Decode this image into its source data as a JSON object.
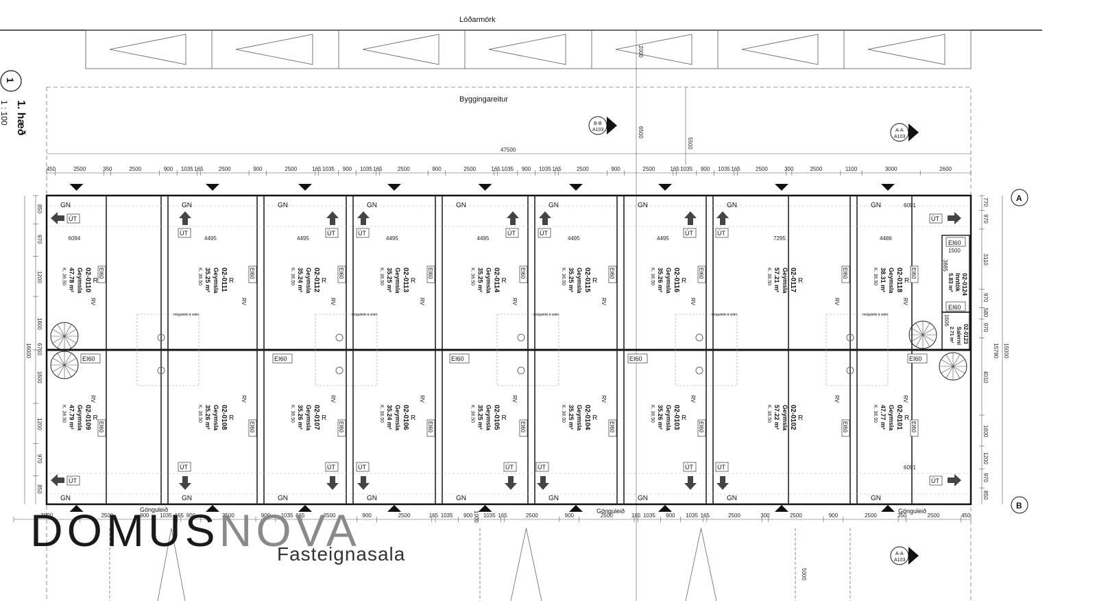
{
  "plot_boundary_label": "Lóðarmörk",
  "building_area_label": "Byggingareitur",
  "floor_label": "1. hæð",
  "scale_label": "1 : 100",
  "view_number": "1",
  "overall_dim": "47500",
  "top_dims": [
    "450",
    "2500",
    "350",
    "2500",
    "900",
    "1035",
    "165",
    "2500",
    "900",
    "2500",
    "165",
    "1035",
    "900",
    "1035",
    "165",
    "2500",
    "900",
    "2500",
    "165",
    "1035",
    "900",
    "1035",
    "165",
    "2500",
    "900",
    "2500",
    "165",
    "1035",
    "900",
    "1035",
    "165",
    "2500",
    "300",
    "2500",
    "1100",
    "3000",
    "2600"
  ],
  "bottom_dims": [
    "3000",
    "2500",
    "900",
    "1035",
    "165",
    "900",
    "2500",
    "900",
    "1035",
    "165",
    "2500",
    "900",
    "2500",
    "165",
    "1035",
    "900",
    "1035",
    "165",
    "2500",
    "900",
    "2500",
    "165",
    "1035",
    "900",
    "1035",
    "165",
    "2500",
    "300",
    "2500",
    "900",
    "2500",
    "350",
    "2500",
    "450"
  ],
  "right_dims": [
    "770",
    "970",
    "3110",
    "970",
    "580",
    "970",
    "15790",
    "4010",
    "1600",
    "1200",
    "970",
    "850"
  ],
  "right_total": "15000",
  "left_dims": [
    "850",
    "970",
    "1200",
    "1600",
    "6760",
    "16000",
    "1600",
    "1200",
    "970",
    "850"
  ],
  "grid_labels": [
    "A",
    "B"
  ],
  "section_marks": [
    {
      "id": "B-B",
      "sheet": "A103"
    },
    {
      "id": "A-A",
      "sheet": "A103"
    }
  ],
  "setback_dims": [
    "2000",
    "6500",
    "5500",
    "5000",
    "1000"
  ],
  "walkway_label": "Gönguleið",
  "exit_label": "ÚT",
  "fire_label": "EI60",
  "gn_label": "GN",
  "r_label": "R",
  "rv_label": "RV",
  "room_type": "Geymsla",
  "level_text": "K. 36.50",
  "option_text": "möguleiki á vsk/r",
  "rooms_top": [
    {
      "code": "02-0110",
      "area": "47.78 m²",
      "len": "6094"
    },
    {
      "code": "02-0111",
      "area": "35.25 m²",
      "len": "4495"
    },
    {
      "code": "02-0112",
      "area": "35.24 m²",
      "len": "4495"
    },
    {
      "code": "02-0113",
      "area": "35.25 m²",
      "len": "4495"
    },
    {
      "code": "02-0114",
      "area": "35.25 m²",
      "len": "4495"
    },
    {
      "code": "02-0115",
      "area": "35.25 m²",
      "len": "4495"
    },
    {
      "code": "02-0116",
      "area": "35.26 m²",
      "len": "4495"
    },
    {
      "code": "02-0117",
      "area": "57.21 m²",
      "len": "7295"
    },
    {
      "code": "02-0118",
      "area": "38.31 m²",
      "len": "4486"
    }
  ],
  "rooms_bottom": [
    {
      "code": "02-0109",
      "area": "47.79 m²"
    },
    {
      "code": "02-0108",
      "area": "35.26 m²"
    },
    {
      "code": "02-0107",
      "area": "35.26 m²"
    },
    {
      "code": "02-0106",
      "area": "35.24 m²"
    },
    {
      "code": "02-0105",
      "area": "35.25 m²"
    },
    {
      "code": "02-0104",
      "area": "35.25 m²"
    },
    {
      "code": "02-0103",
      "area": "35.26 m²"
    },
    {
      "code": "02-0102",
      "area": "57.22 m²"
    },
    {
      "code": "02-0101",
      "area": "47.77 m²"
    }
  ],
  "side_rooms": [
    {
      "code": "02-0124",
      "name": "Inntök",
      "area": "5.83 m²",
      "dim": "3885"
    },
    {
      "code": "02-0123",
      "name": "Salerni",
      "area": "2.71 m²",
      "dim": "1606"
    }
  ],
  "side_fire_dim": "1500",
  "bottom_right_len": "6091",
  "top_right_len": "6091",
  "watermark": {
    "brand_a": "DOMUS",
    "brand_b": "NOVA",
    "subtitle": "Fasteignasala"
  }
}
